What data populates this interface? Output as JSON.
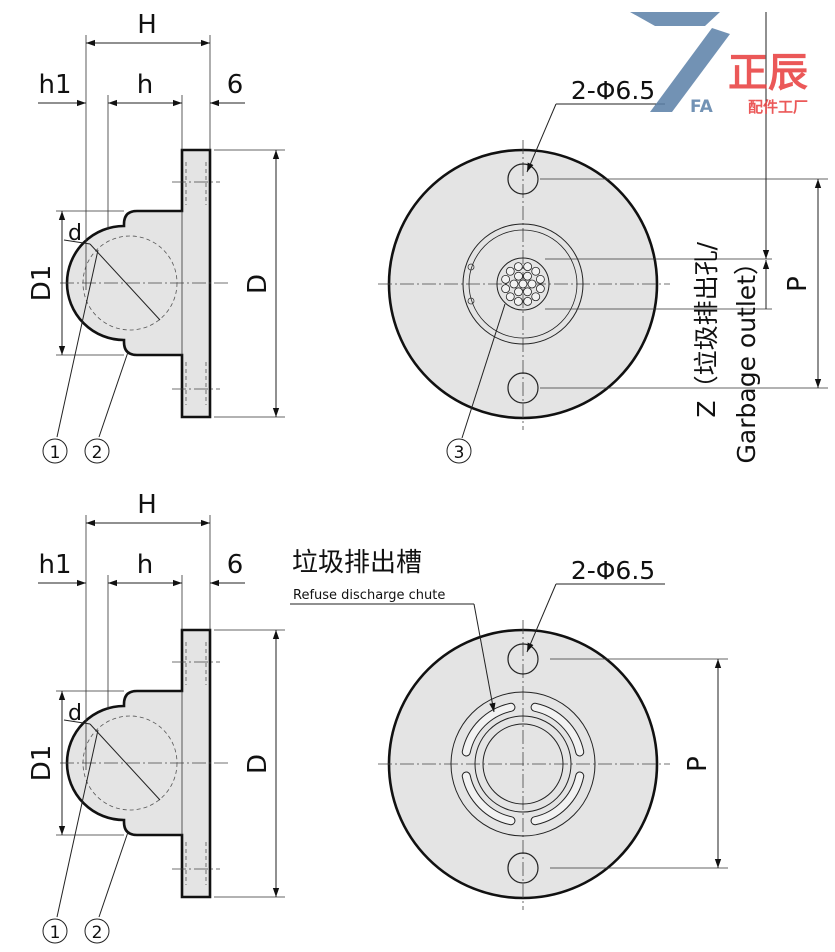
{
  "top_side": {
    "H": "H",
    "h1": "h1",
    "h": "h",
    "six": "6",
    "d": "d",
    "D1": "D1",
    "D": "D",
    "callout_1": "1",
    "callout_2": "2"
  },
  "top_front": {
    "hole_label": "2-Φ6.5",
    "P": "P",
    "callout_3": "3",
    "outlet_line1": "Z（垃圾排出孔/",
    "outlet_line2": "Garbage outlet）"
  },
  "bottom_side": {
    "H": "H",
    "h1": "h1",
    "h": "h",
    "six": "6",
    "d": "d",
    "D1": "D1",
    "D": "D",
    "callout_1": "1",
    "callout_2": "2"
  },
  "bottom_front": {
    "chute_cn": "垃圾排出槽",
    "chute_en": "Refuse discharge chute",
    "hole_label": "2-Φ6.5",
    "P": "P"
  },
  "watermark": {
    "brand_cn": "正辰",
    "brand_sub": "配件工厂",
    "brand_fa": "FA",
    "colors": {
      "red": "#e83c3c",
      "blue": "#5a7fa8"
    }
  }
}
